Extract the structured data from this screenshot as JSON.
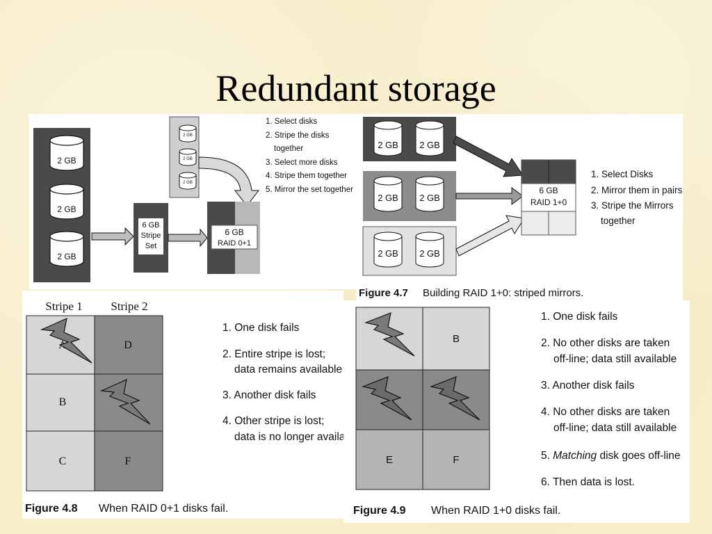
{
  "title": "Redundant storage",
  "fig_raid01": {
    "disk_label": "2 GB",
    "small_disk_label": "2 GB",
    "stripe_set": [
      "6 GB",
      "Stripe",
      "Set"
    ],
    "raid": [
      "6 GB",
      "RAID 0+1"
    ],
    "steps": [
      "1. Select disks",
      "2. Stripe the disks",
      "together",
      "3. Select more disks",
      "4. Stripe them together",
      "5. Mirror the set together"
    ]
  },
  "fig_raid10": {
    "disk_label": "2 GB",
    "raid": [
      "6 GB",
      "RAID 1+0"
    ],
    "steps": [
      "1. Select Disks",
      "2. Mirror them in pairs",
      "3. Stripe the Mirrors",
      "together"
    ],
    "caption_num": "Figure 4.7",
    "caption_text": "Building RAID 1+0: striped mirrors."
  },
  "fig_48": {
    "headers": [
      "Stripe 1",
      "Stripe 2"
    ],
    "cells": [
      "A",
      "D",
      "B",
      "",
      "C",
      "F"
    ],
    "steps": [
      "1. One disk fails",
      "2. Entire stripe is lost;",
      "data remains available",
      "3. Another disk fails",
      "4. Other stripe is lost;",
      "data is no longer availa"
    ],
    "caption_num": "Figure 4.8",
    "caption_text": "When RAID 0+1 disks fail."
  },
  "fig_49": {
    "cells": [
      "",
      "B",
      "",
      "",
      "E",
      "F"
    ],
    "steps": [
      "1. One disk fails",
      "2. No other disks are taken",
      "off-line; data still available",
      "3. Another disk fails",
      "4. No other disks are taken",
      "off-line; data still available",
      "5. Matching disk goes off-line",
      "6. Then data is lost."
    ],
    "step5_em": "Matching",
    "step5_rest": " disk goes off-line",
    "caption_num": "Figure 4.9",
    "caption_text": "When RAID 1+0 disks fail."
  },
  "colors": {
    "dark_gray": "#4a4a4a",
    "mid_gray": "#8c8c8c",
    "light_gray": "#cfcfcf",
    "pale_gray": "#e2e2e2"
  },
  "icons": [
    "disk-cylinder-icon",
    "arrow-right-icon",
    "lightning-bolt-icon"
  ]
}
